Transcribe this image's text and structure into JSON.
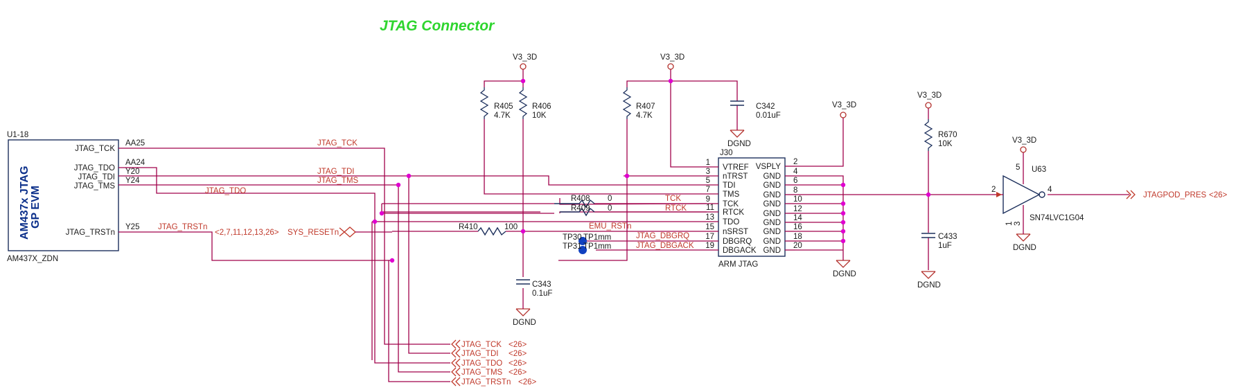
{
  "title": "JTAG Connector",
  "u1": {
    "ref": "U1-18",
    "part": "AM437X_ZDN",
    "name_line1": "AM437x JTAG",
    "name_line2": "GP EVM",
    "pins": [
      {
        "label": "JTAG_TCK",
        "ball": "AA25"
      },
      {
        "label": "JTAG_TDO",
        "ball": "AA24"
      },
      {
        "label": "JTAG_TDI",
        "ball": "Y20"
      },
      {
        "label": "JTAG_TMS",
        "ball": "Y24"
      },
      {
        "label": "JTAG_TRSTn",
        "ball": "Y25"
      }
    ]
  },
  "nets": {
    "tck": "JTAG_TCK",
    "tdi": "JTAG_TDI",
    "tms": "JTAG_TMS",
    "tdo": "JTAG_TDO",
    "trstn": "JTAG_TRSTn",
    "trstn_refs": "<2,7,11,12,13,26>",
    "sys_reset": "SYS_RESETn",
    "tck_short": "TCK",
    "rtck_short": "RTCK",
    "emu_rst": "EMU_RSTn",
    "dbgrq": "JTAG_DBGRQ",
    "dbgack": "JTAG_DBGACK",
    "pod_pres": "JTAGPOD_PRES",
    "pod_pres_ref": "<26>"
  },
  "offpage": [
    {
      "label": "JTAG_TCK",
      "ref": "<26>"
    },
    {
      "label": "JTAG_TDI",
      "ref": "<26>"
    },
    {
      "label": "JTAG_TDO",
      "ref": "<26>"
    },
    {
      "label": "JTAG_TMS",
      "ref": "<26>"
    },
    {
      "label": "JTAG_TRSTn",
      "ref": "<26>"
    }
  ],
  "power": {
    "v3": "V3_3D",
    "gnd": "DGND"
  },
  "parts": {
    "r405": {
      "ref": "R405",
      "val": "4.7K"
    },
    "r406": {
      "ref": "R406",
      "val": "10K"
    },
    "r407": {
      "ref": "R407",
      "val": "4.7K"
    },
    "r408": {
      "ref": "R408",
      "val": "0"
    },
    "r409": {
      "ref": "R409",
      "val": "0"
    },
    "r410": {
      "ref": "R410",
      "val": "100"
    },
    "r670": {
      "ref": "R670",
      "val": "10K"
    },
    "c342": {
      "ref": "C342",
      "val": "0.01uF"
    },
    "c343": {
      "ref": "C343",
      "val": "0.1uF"
    },
    "c433": {
      "ref": "C433",
      "val": "1uF"
    },
    "tp30": {
      "ref": "TP30",
      "val": "TP1mm"
    },
    "tp31": {
      "ref": "TP31",
      "val": "TP1mm"
    }
  },
  "j30": {
    "ref": "J30",
    "name": "ARM JTAG",
    "left": [
      {
        "pin": "1",
        "name": "VTREF"
      },
      {
        "pin": "3",
        "name": "nTRST"
      },
      {
        "pin": "5",
        "name": "TDI"
      },
      {
        "pin": "7",
        "name": "TMS"
      },
      {
        "pin": "9",
        "name": "TCK"
      },
      {
        "pin": "11",
        "name": "RTCK"
      },
      {
        "pin": "13",
        "name": "TDO"
      },
      {
        "pin": "15",
        "name": "nSRST"
      },
      {
        "pin": "17",
        "name": "DBGRQ"
      },
      {
        "pin": "19",
        "name": "DBGACK"
      }
    ],
    "right": [
      {
        "pin": "2",
        "name": "VSPLY"
      },
      {
        "pin": "4",
        "name": "GND"
      },
      {
        "pin": "6",
        "name": "GND"
      },
      {
        "pin": "8",
        "name": "GND"
      },
      {
        "pin": "10",
        "name": "GND"
      },
      {
        "pin": "12",
        "name": "GND"
      },
      {
        "pin": "14",
        "name": "GND"
      },
      {
        "pin": "16",
        "name": "GND"
      },
      {
        "pin": "18",
        "name": "GND"
      },
      {
        "pin": "20",
        "name": "GND"
      }
    ]
  },
  "u63": {
    "ref": "U63",
    "part": "SN74LVC1G04",
    "pin_vcc": "5",
    "pin_in": "2",
    "pin_out": "4",
    "pin_gnd_a": "1",
    "pin_gnd_b": "3"
  }
}
